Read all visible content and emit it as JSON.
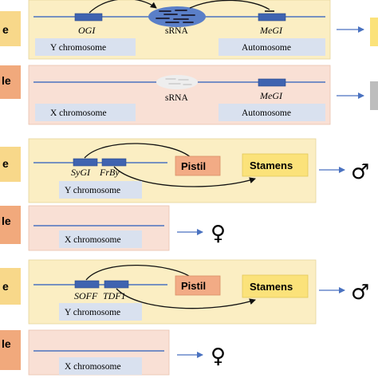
{
  "panel_a": {
    "row1": {
      "gene_left": "OGI",
      "srna_label": "sRNA",
      "gene_right": "MeGI",
      "chrom_left": "Y chromosome",
      "chrom_right": "Automosome"
    },
    "row2": {
      "srna_label": "sRNA",
      "gene_right": "MeGI",
      "chrom_left": "X chromosome",
      "chrom_right": "Automosome"
    }
  },
  "panel_b": {
    "male": {
      "gene_1": "SyGI",
      "gene_2": "FrBy",
      "pistil": "Pistil",
      "stamens": "Stamens",
      "chrom": "Y chromosome",
      "symbol": "♂"
    },
    "female": {
      "chrom": "X chromosome",
      "symbol": "♀"
    }
  },
  "panel_c": {
    "male": {
      "gene_1": "SOFF",
      "gene_2": "TDF1",
      "pistil": "Pistil",
      "stamens": "Stamens",
      "chrom": "Y chromosome",
      "symbol": "♂"
    },
    "female": {
      "chrom": "X chromosome",
      "symbol": "♀"
    }
  },
  "side_labels": {
    "r1": "e",
    "r2a": "le",
    "r3": "e",
    "r4a": "le",
    "r5": "e",
    "r6a": "le"
  },
  "colors": {
    "male_bg": "#fbeec3",
    "female_bg": "#f9e0d5",
    "side_male": "#f8d88a",
    "side_female": "#f1a97c",
    "label_bg": "#d9e1ef",
    "gene_box": "#3f63b0",
    "line": "#4a72c0",
    "pistil_box": "#f2ab85",
    "stamens_box": "#fbe27a",
    "arrow": "#4a72c0"
  }
}
